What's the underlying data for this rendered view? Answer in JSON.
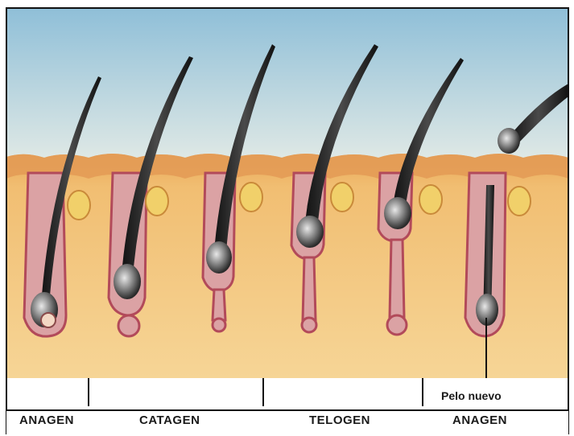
{
  "labels": {
    "new_hair": "Pelo nuevo",
    "phases": [
      "ANAGEN",
      "CATAGEN",
      "TELOGEN",
      "ANAGEN"
    ]
  },
  "colors": {
    "sky_top": "#9fc6dc",
    "sky_bottom": "#dde6e3",
    "skin": "#f0b864",
    "dermis": "#f3c77e",
    "follicle_edge": "#b8475a",
    "follicle_fill": "#d9a0a6",
    "hair": "#2a2a2a",
    "gland": "#f2d36b"
  }
}
